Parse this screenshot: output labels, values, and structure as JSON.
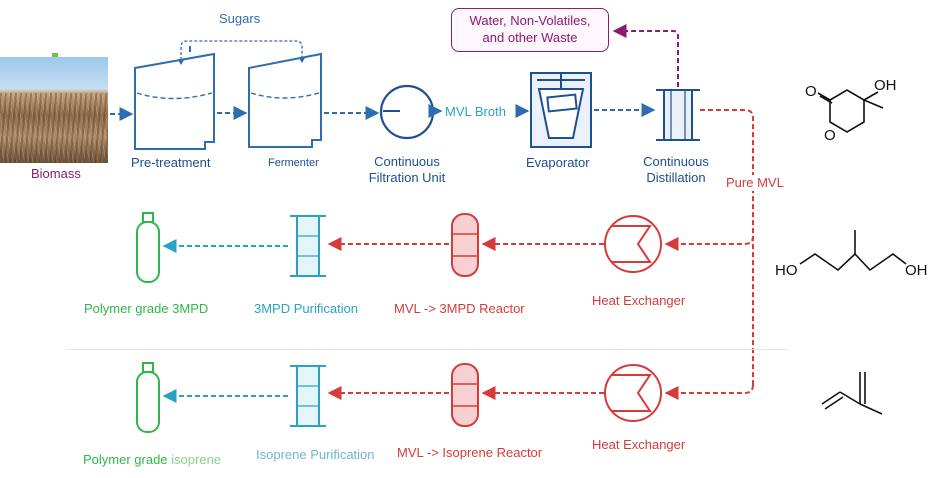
{
  "labels": {
    "sugars": "Sugars",
    "biomass": "Biomass",
    "pretreatment": "Pre-treatment",
    "fermenter": "Fermenter",
    "filtration": "Continuous\nFiltration Unit",
    "mvl_broth": "MVL Broth",
    "evaporator": "Evaporator",
    "distillation": "Continuous\nDistillation",
    "pure_mvl": "Pure MVL",
    "waste": "Water, Non-Volatiles,\nand other Waste",
    "polymer_3mpd": "Polymer grade 3MPD",
    "purification_3mpd": "3MPD Purification",
    "reactor_3mpd": "MVL -> 3MPD Reactor",
    "heat_exchanger_1": "Heat Exchanger",
    "polymer_isoprene_prefix": "Polymer grade ",
    "polymer_isoprene_word": "isoprene",
    "purification_isoprene": "Isoprene Purification",
    "reactor_isoprene": "MVL -> Isoprene Reactor",
    "heat_exchanger_2": "Heat Exchanger"
  },
  "molecules": {
    "mvl": {
      "hydroxyl": "OH",
      "ring_oxygen": "O",
      "carbonyl_oxygen": "O"
    },
    "mpd": {
      "left_hydroxyl": "HO",
      "right_hydroxyl": "OH"
    }
  },
  "colors": {
    "process_blue": "#2f6db0",
    "product_red": "#d63b3b",
    "purification_teal": "#2aa3c1",
    "waste_purple": "#8a1b6f",
    "product_green": "#2fb84a"
  }
}
